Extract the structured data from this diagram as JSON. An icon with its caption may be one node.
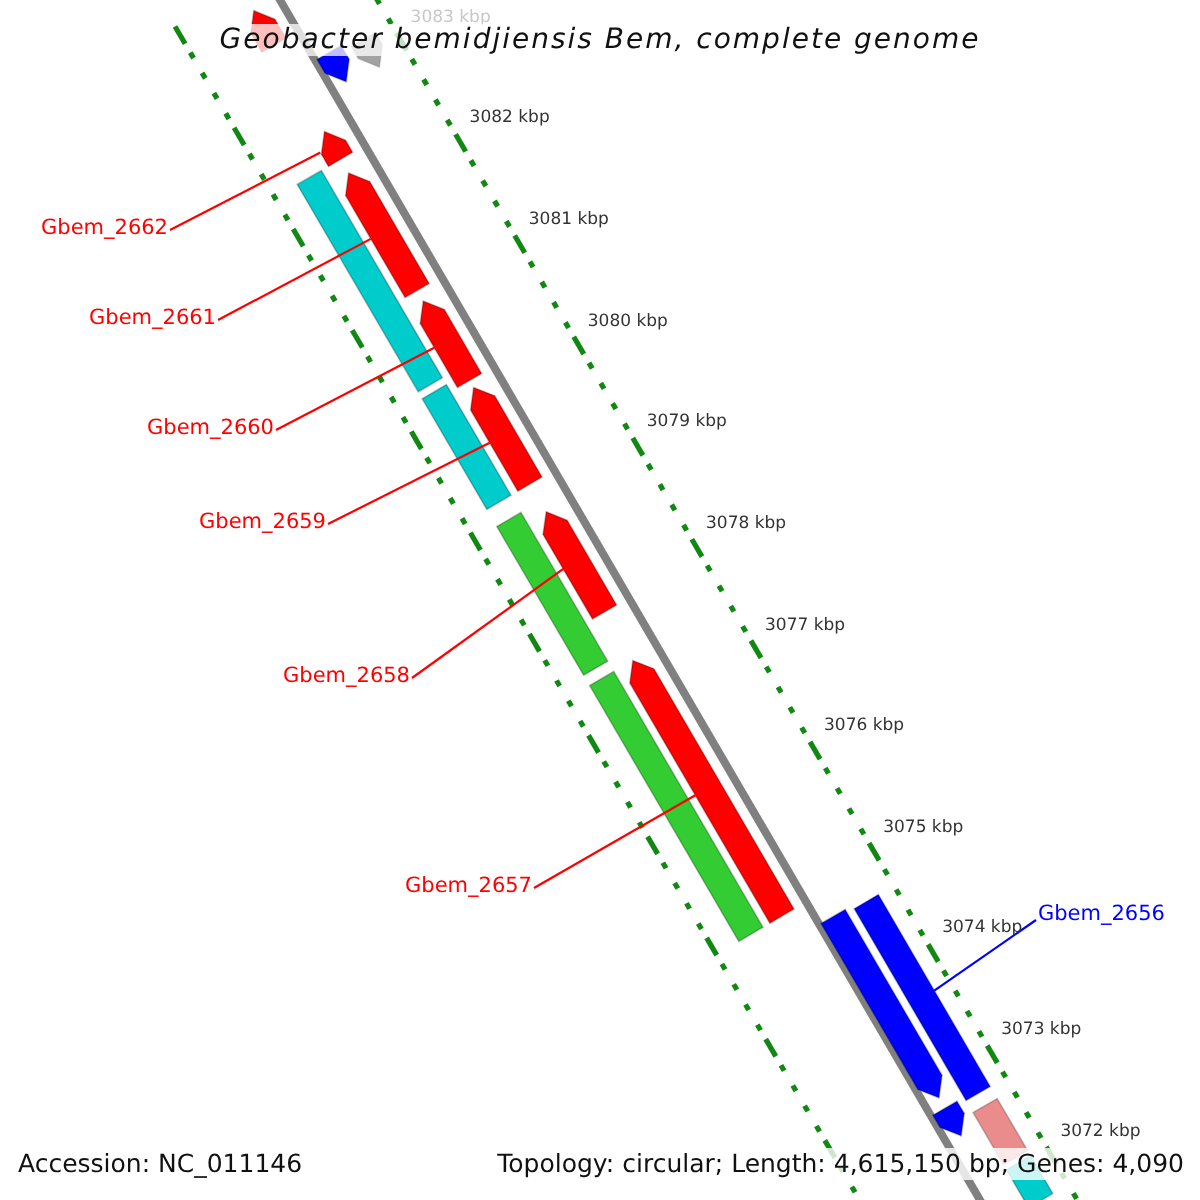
{
  "diagram": {
    "title": "Geobacter bemidjiensis Bem, complete genome",
    "nodes": [
      {
        "text": [
          "Gbem_2662"
        ]
      },
      {
        "text": [
          "Gbem_2661"
        ]
      },
      {
        "text": [
          "Gbem_2660"
        ]
      },
      {
        "text": [
          "Gbem_2659"
        ]
      },
      {
        "text": [
          "Gbem_2658"
        ]
      },
      {
        "text": [
          "Gbem_2657"
        ]
      },
      {
        "text": [
          "Gbem_2656"
        ]
      },
      {
        "text": [],
        "shape": "bar"
      },
      {
        "text": [],
        "shape": "bar"
      },
      {
        "text": [],
        "shape": "bar"
      },
      {
        "text": [],
        "shape": "bar"
      },
      {
        "text": [],
        "shape": "bar"
      },
      {
        "text": [],
        "shape": "bar"
      },
      {
        "text": [],
        "shape": "bar"
      },
      {
        "text": [],
        "shape": "bar"
      },
      {
        "text": [],
        "shape": "bar"
      },
      {
        "text": [],
        "shape": "bar"
      },
      {
        "text": [],
        "shape": "bar"
      },
      {
        "text": [],
        "shape": "bar"
      },
      {
        "text": [],
        "shape": "bar"
      },
      {
        "text": [],
        "shape": "bar"
      },
      {
        "text": [],
        "shape": "bar"
      },
      {
        "text": [],
        "shape": "bar"
      },
      {
        "text": [],
        "shape": "bar"
      },
      {
        "text": [],
        "shape": "bar"
      }
    ],
    "edges": [
      {
        "from": 0,
        "to": 10,
        "arrow": "none"
      },
      {
        "from": 1,
        "to": 12,
        "arrow": "none"
      },
      {
        "from": 2,
        "to": 13,
        "arrow": "none"
      },
      {
        "from": 3,
        "to": 15,
        "arrow": "none"
      },
      {
        "from": 4,
        "to": 17,
        "arrow": "none"
      },
      {
        "from": 5,
        "to": 19,
        "arrow": "none"
      },
      {
        "from": 6,
        "to": 21,
        "arrow": "none",
        "color": "#0000ff"
      }
    ],
    "labels": [
      "3083 kbp",
      "3082 kbp",
      "3081 kbp",
      "3080 kbp",
      "3079 kbp",
      "3078 kbp",
      "3077 kbp",
      "3076 kbp",
      "3075 kbp",
      "3074 kbp",
      "3073 kbp",
      "3072 kbp",
      "Accession: NC_011146",
      "Topology: circular; Length: 4,615,150 bp; Genes: 4,090"
    ]
  }
}
